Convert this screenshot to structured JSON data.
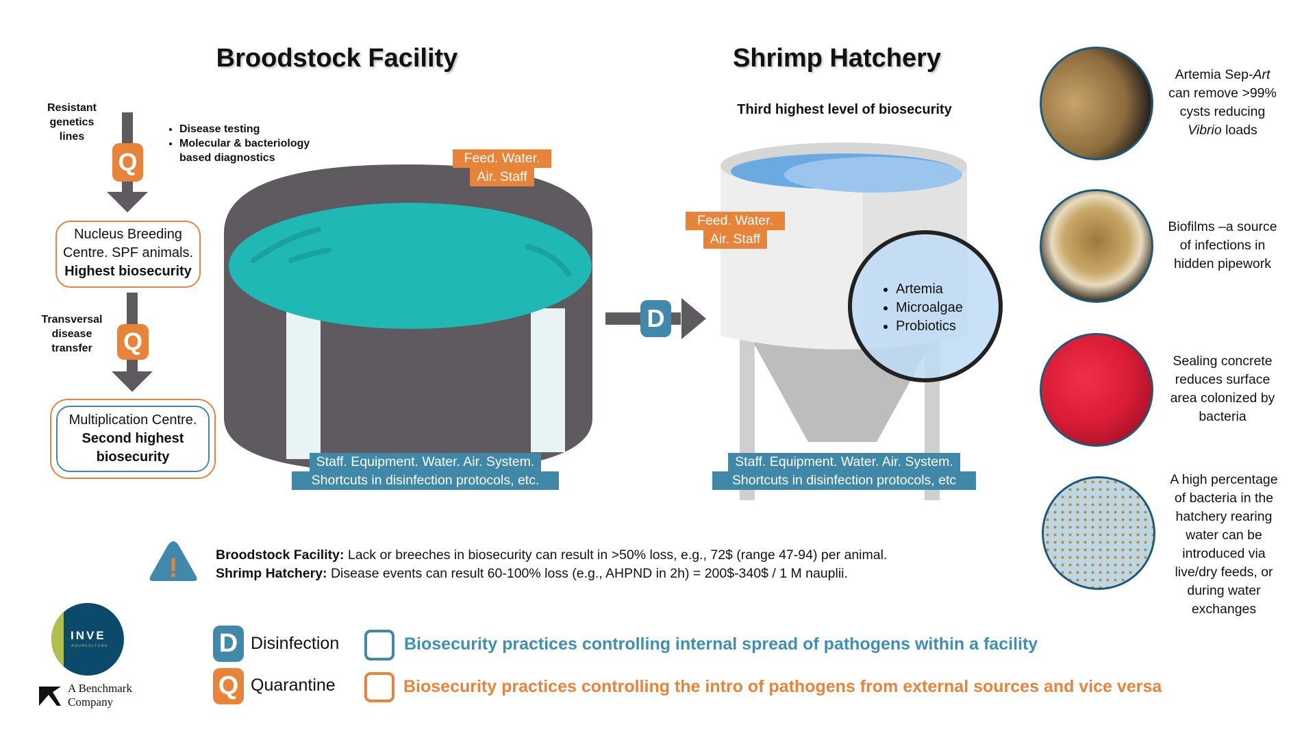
{
  "broodstock": {
    "title": "Broodstock Facility",
    "resistant_label": [
      "Resistant",
      "genetics",
      "lines"
    ],
    "quarantine_letter": "Q",
    "tests": [
      "Disease testing",
      "Molecular & bacteriology",
      "based diagnostics"
    ],
    "nucleus": {
      "line1": "Nucleus Breeding",
      "line2": "Centre. SPF animals.",
      "line3": "Highest biosecurity"
    },
    "transversal_label": [
      "Transversal",
      "disease",
      "transfer"
    ],
    "multiplication": {
      "line1": "Multiplication Centre.",
      "line2": "Second highest",
      "line3": "biosecurity"
    },
    "feed_tag": [
      "Feed. Water.",
      "Air. Staff"
    ],
    "staff_tag": [
      "Staff. Equipment. Water. Air. System.",
      "Shortcuts in disinfection protocols, etc."
    ]
  },
  "transfer": {
    "disinfection_letter": "D"
  },
  "hatchery": {
    "title": "Shrimp Hatchery",
    "subtitle": "Third highest level of biosecurity",
    "feed_tag": [
      "Feed. Water.",
      "Air. Staff"
    ],
    "inputs": [
      "Artemia",
      "Microalgae",
      "Probiotics"
    ],
    "staff_tag": [
      "Staff. Equipment. Water. Air. System.",
      "Shortcuts in disinfection protocols, etc"
    ]
  },
  "warning": {
    "line1_label": "Broodstock Facility:",
    "line1_text": " Lack or breeches in biosecurity can result in >50% loss, e.g., 72$ (range 47-94) per animal.",
    "line2_label": "Shrimp Hatchery:",
    "line2_text": " Disease events can result 60-100% loss (e.g., AHPND in 2h) = 200$-340$ / 1 M nauplii.",
    "icon_mark": "!"
  },
  "side_notes": [
    {
      "lines": [
        "Artemia Sep-",
        "Art",
        "can remove >99%",
        "cysts reducing",
        "Vibrio",
        " loads"
      ]
    },
    {
      "lines": [
        "Biofilms –a source",
        "of infections in",
        "hidden pipework"
      ]
    },
    {
      "lines": [
        "Sealing concrete",
        "reduces surface",
        "area colonized by",
        "bacteria"
      ]
    },
    {
      "lines": [
        "A high percentage",
        "of bacteria in the",
        "hatchery rearing",
        "water can be",
        "introduced via",
        "live/dry feeds, or",
        "during water",
        "exchanges"
      ]
    }
  ],
  "logo": {
    "brand": "INVE",
    "sub": "AQUACULTURE",
    "tagline": [
      "A Benchmark",
      "Company"
    ]
  },
  "legend": {
    "d_letter": "D",
    "d_label": "Disinfection",
    "q_letter": "Q",
    "q_label": "Quarantine",
    "blue_text": "Biosecurity practices controlling internal spread of pathogens within a facility",
    "orange_text": "Biosecurity practices controlling the intro of pathogens from external sources and vice versa"
  },
  "colors": {
    "orange": "#E8833A",
    "blue": "#3F88A8",
    "teal": "#20B8B5",
    "dark": "#5f5a60",
    "navy": "#0b4a6b"
  }
}
